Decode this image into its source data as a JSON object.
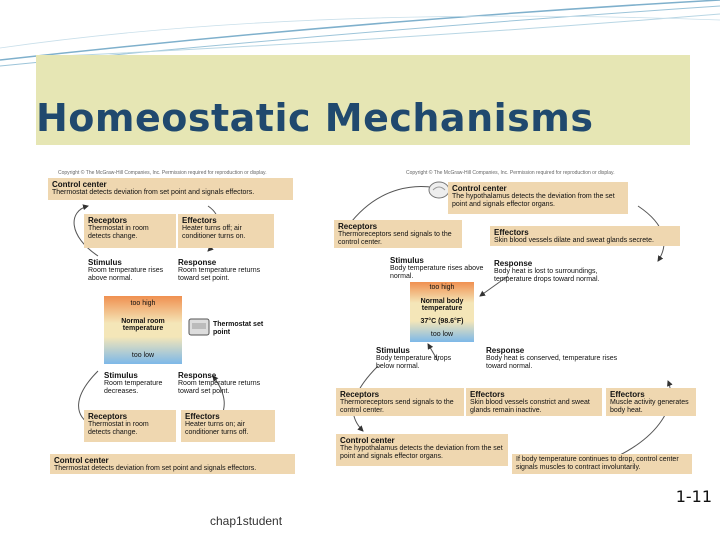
{
  "slide": {
    "title": "Homeostatic Mechanisms",
    "page_number": "1-11",
    "footer": "chap1student"
  },
  "left": {
    "copyright": "Copyright © The McGraw-Hill Companies, Inc. Permission required for reproduction or display.",
    "control_top_h": "Control center",
    "control_top_t": "Thermostat detects deviation from set point and signals effectors.",
    "receptors_top_h": "Receptors",
    "receptors_top_t": "Thermostat in room detects change.",
    "effectors_top_h": "Effectors",
    "effectors_top_t": "Heater turns off; air conditioner turns on.",
    "stimulus_top_h": "Stimulus",
    "stimulus_top_t": "Room temperature rises above normal.",
    "response_top_h": "Response",
    "response_top_t": "Room temperature returns toward set point.",
    "too_high": "too high",
    "normal": "Normal room temperature",
    "too_low": "too low",
    "thermostat": "Thermostat set point",
    "stimulus_bot_h": "Stimulus",
    "stimulus_bot_t": "Room temperature decreases.",
    "response_bot_h": "Response",
    "response_bot_t": "Room temperature returns toward set point.",
    "receptors_bot_h": "Receptors",
    "receptors_bot_t": "Thermostat in room detects change.",
    "effectors_bot_h": "Effectors",
    "effectors_bot_t": "Heater turns on; air conditioner turns off.",
    "control_bot_h": "Control center",
    "control_bot_t": "Thermostat detects deviation from set point and signals effectors."
  },
  "right": {
    "copyright": "Copyright © The McGraw-Hill Companies, Inc. Permission required for reproduction or display.",
    "control_top_h": "Control center",
    "control_top_t": "The hypothalamus detects the deviation from the set point and signals effector organs.",
    "receptors_top_h": "Receptors",
    "receptors_top_t": "Thermoreceptors send signals to the control center.",
    "effectors_top_h": "Effectors",
    "effectors_top_t": "Skin blood vessels dilate and sweat glands secrete.",
    "stimulus_top_h": "Stimulus",
    "stimulus_top_t": "Body temperature rises above normal.",
    "response_top_h": "Response",
    "response_top_t": "Body heat is lost to surroundings, temperature drops toward normal.",
    "too_high": "too high",
    "normal": "Normal body temperature",
    "temp": "37°C (98.6°F)",
    "too_low": "too low",
    "stimulus_bot_h": "Stimulus",
    "stimulus_bot_t": "Body temperature drops below normal.",
    "response_bot_h": "Response",
    "response_bot_t": "Body heat is conserved, temperature rises toward normal.",
    "receptors_bot_h": "Receptors",
    "receptors_bot_t": "Thermoreceptors send signals to the control center.",
    "effectors_bot_h": "Effectors",
    "effectors_bot_t": "Skin blood vessels constrict and sweat glands remain inactive.",
    "effectors_bot2_h": "Effectors",
    "effectors_bot2_t": "Muscle activity generates body heat.",
    "control_bot_h": "Control center",
    "control_bot_t": "The hypothalamus detects the deviation from the set point and signals effector organs.",
    "shiver_t": "If body temperature continues to drop, control center signals muscles to contract involuntarily."
  }
}
